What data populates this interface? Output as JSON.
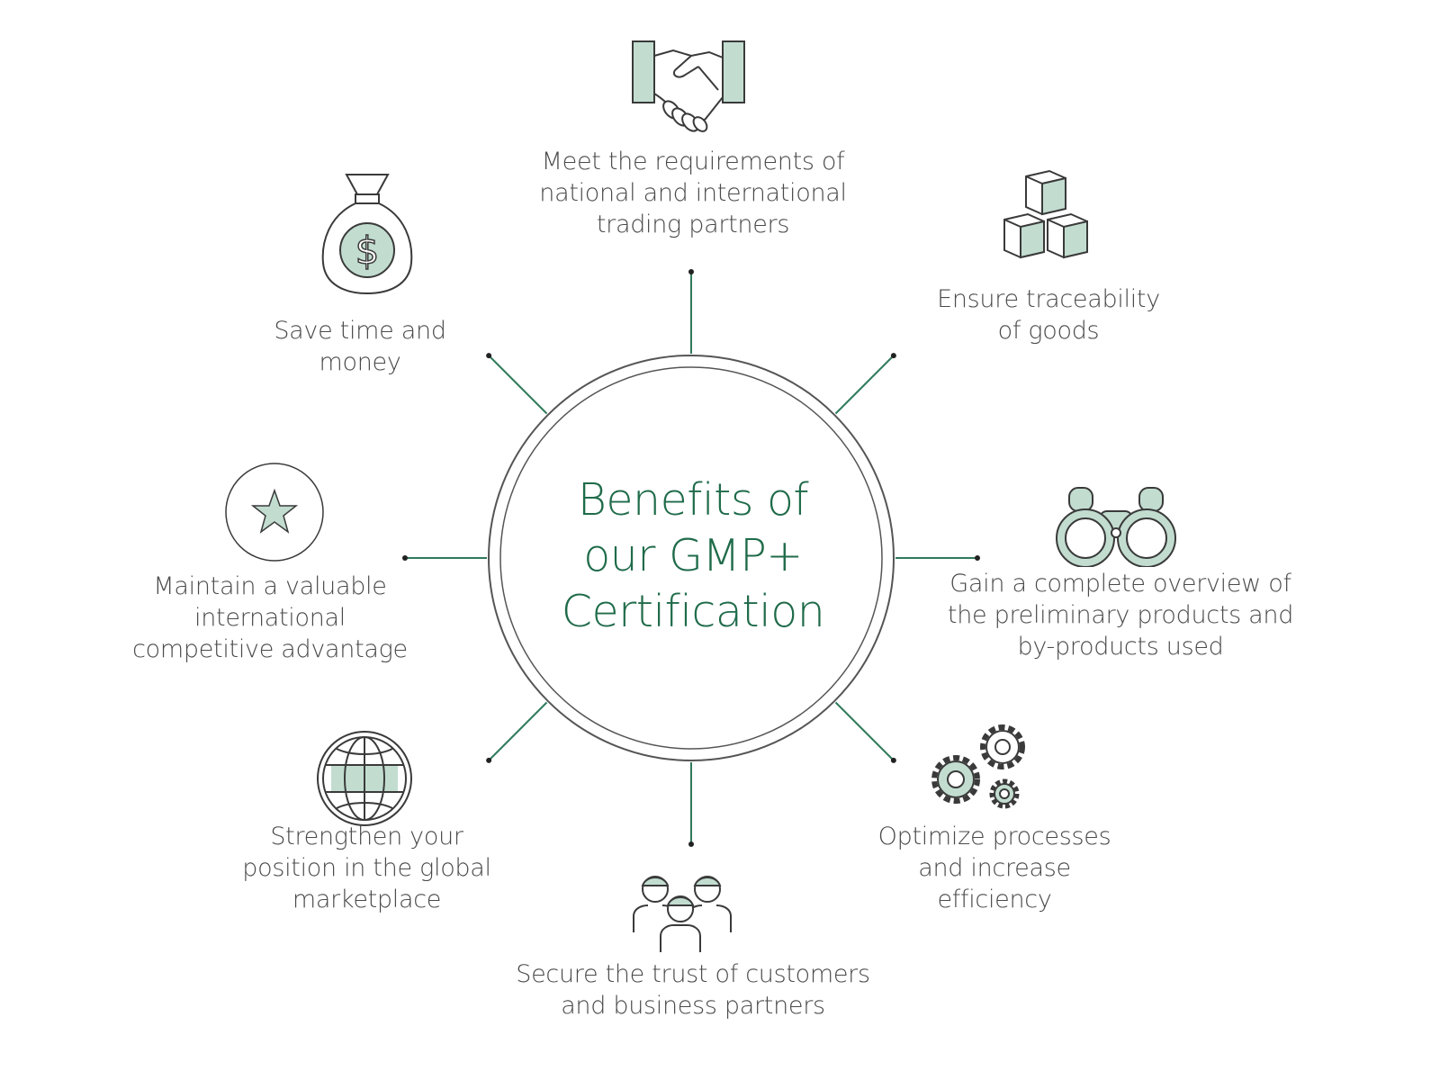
{
  "colors": {
    "accent_fill": "#c2ddd0",
    "stroke": "#3a3a3a",
    "title": "#1f6b4a",
    "connector_green": "#2f7a5a",
    "text": "#4a4a4a"
  },
  "center": {
    "title_lines": [
      "Benefits of",
      "our GMP+",
      "Certification"
    ]
  },
  "benefits": [
    {
      "icon": "handshake-icon",
      "lines": [
        "Meet the requirements of",
        "national and international",
        "trading partners"
      ]
    },
    {
      "icon": "boxes-icon",
      "lines": [
        "Ensure traceability",
        "of goods"
      ]
    },
    {
      "icon": "binoculars-icon",
      "lines": [
        "Gain a complete overview of",
        "the preliminary products and",
        "by-products used"
      ]
    },
    {
      "icon": "gears-icon",
      "lines": [
        "Optimize processes",
        "and increase",
        "efficiency"
      ]
    },
    {
      "icon": "people-icon",
      "lines": [
        "Secure the trust of customers",
        "and business partners"
      ]
    },
    {
      "icon": "globe-icon",
      "lines": [
        "Strengthen your",
        "position in the global",
        "marketplace"
      ]
    },
    {
      "icon": "star-badge-icon",
      "lines": [
        "Maintain a valuable",
        "international",
        "competitive advantage"
      ]
    },
    {
      "icon": "money-bag-icon",
      "lines": [
        "Save time and",
        "money"
      ]
    }
  ]
}
